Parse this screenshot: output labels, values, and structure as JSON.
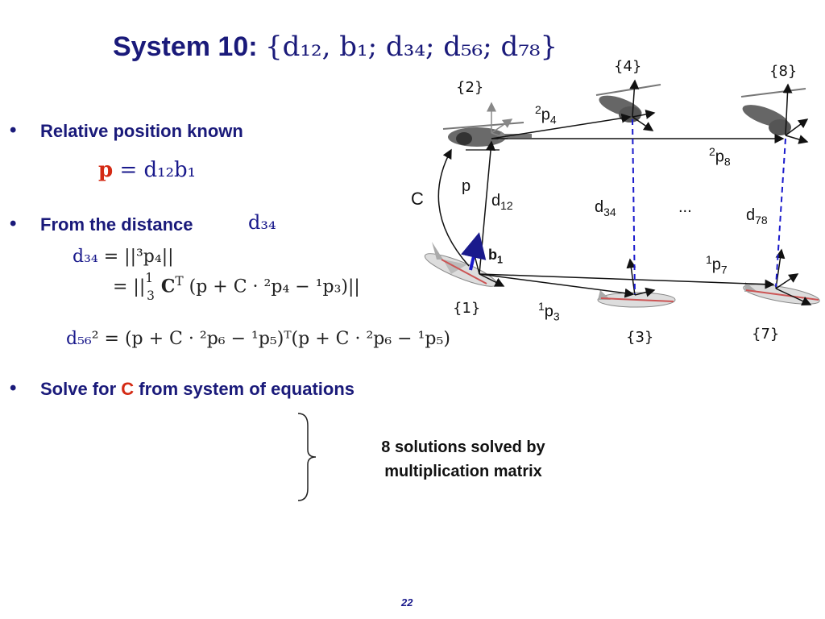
{
  "title": {
    "label": "System 10:",
    "set": "{d₁₂, b₁; d₃₄; d₅₆; d₇₈}"
  },
  "bullets": [
    {
      "text": "Relative position known"
    },
    {
      "text": "From the distance"
    },
    {
      "text_before": "Solve for",
      "highlight": "C",
      "text_after": "from system of equations"
    }
  ],
  "equations": {
    "eq1_lhs": "p",
    "eq1_rhs": "= d₁₂b₁",
    "d34_symbol": "d₃₄",
    "eq2_line1": "= ||³p₄||",
    "eq2_line2_a": "= ||",
    "eq2_line2_b": "C",
    "eq2_line2_c": "(p + C · ²p₄ − ¹p₃)||",
    "eq3_lhs": "d₅₆",
    "eq3_rhs": "² = (p + C · ²p₆ − ¹p₅)ᵀ(p + C · ²p₆ − ¹p₅)"
  },
  "solutions_note": {
    "line1": "8 solutions solved by",
    "line2": "multiplication matrix"
  },
  "diagram": {
    "frames": {
      "f1": "{1}",
      "f2": "{2}",
      "f3": "{3}",
      "f4": "{4}",
      "f7": "{7}",
      "f8": "{8}"
    },
    "vectors": {
      "p24": "p",
      "p24_sup": "2",
      "p24_sub": "4",
      "p28": "p",
      "p28_sup": "2",
      "p28_sub": "8",
      "p13": "p",
      "p13_sup": "1",
      "p13_sub": "3",
      "p17": "p",
      "p17_sup": "1",
      "p17_sub": "7"
    },
    "rel": {
      "C": "C",
      "p": "p",
      "d12": "d",
      "d12_sub": "12",
      "b1": "b",
      "b1_sub": "1"
    },
    "dist": {
      "d34": "d",
      "d34_sub": "34",
      "d78": "d",
      "d78_sub": "78",
      "ellipsis": "..."
    },
    "colors": {
      "title": "#1a1a7a",
      "red": "#d42a14",
      "blue": "#1a1a8c",
      "dashed": "#1a1acc"
    }
  },
  "page_number": "22"
}
